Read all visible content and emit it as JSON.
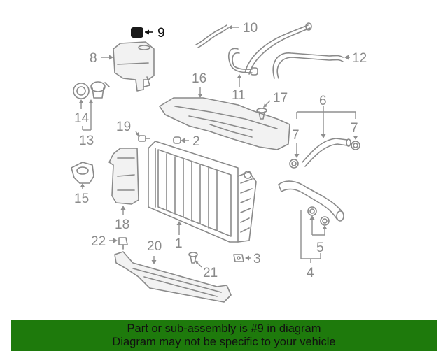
{
  "callouts": {
    "c1": "1",
    "c2": "2",
    "c3": "3",
    "c4": "4",
    "c5": "5",
    "c6": "6",
    "c7a": "7",
    "c7b": "7",
    "c8": "8",
    "c9": "9",
    "c10": "10",
    "c11": "11",
    "c12": "12",
    "c13": "13",
    "c14": "14",
    "c15": "15",
    "c16": "16",
    "c17": "17",
    "c18": "18",
    "c19": "19",
    "c20": "20",
    "c21": "21",
    "c22": "22"
  },
  "highlighted_part": "9",
  "colors": {
    "banner": "#1e7a0c",
    "highlight": "#111111",
    "linework": "#8a8a8a"
  },
  "banner": {
    "line1": "Part or sub-assembly is #9 in diagram",
    "line2": "Diagram may not be specific to your vehicle"
  }
}
